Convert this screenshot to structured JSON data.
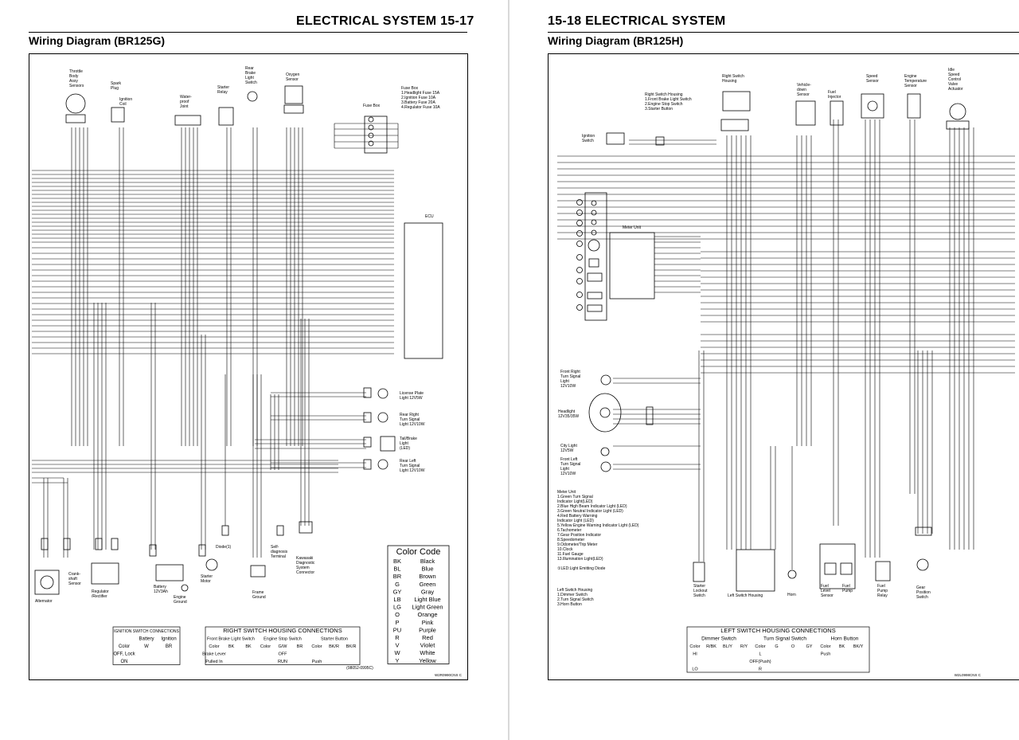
{
  "left_page": {
    "header": "ELECTRICAL SYSTEM 15-17",
    "title": "Wiring Diagram (BR125G)",
    "code": "W2R0990CNS C",
    "part_number": "(98052-0995C)",
    "components": {
      "throttle_sensor": [
        "Throttle",
        "Body",
        "Assy",
        "Sensors"
      ],
      "spark_plug": [
        "Spark",
        "Plug"
      ],
      "ignition_coil": [
        "Ignition",
        "Coil"
      ],
      "waterproof_joint": [
        "Water-",
        "proof",
        "Joint"
      ],
      "starter_relay": [
        "Starter",
        "Relay"
      ],
      "rear_brake_switch": [
        "Rear",
        "Brake",
        "Light",
        "Switch"
      ],
      "oxygen_sensor": [
        "Oxygen",
        "Sensor"
      ],
      "fuse_box_legend": [
        "Fuse Box",
        "1.Headlight Fuse 15A",
        "2.Ignition Fuse 10A",
        "3.Battery Fuse 20A",
        "4.Regulator Fuse 10A"
      ],
      "fuse_box": "Fuse Box",
      "ecu": "ECU",
      "license_light": [
        "License Plate",
        "Light 12V5W"
      ],
      "rear_right_turn": [
        "Rear Right",
        "Turn Signal",
        "Light 12V10W"
      ],
      "tail_brake": [
        "Tail/Brake",
        "Light",
        "(LED)"
      ],
      "rear_left_turn": [
        "Rear Left",
        "Turn Signal",
        "Light 12V10W"
      ],
      "alternator": "Alternator",
      "crankshaft_sensor": [
        "Crank-",
        "shaft",
        "Sensor"
      ],
      "regulator": [
        "Regulator",
        "/Rectifier"
      ],
      "battery": [
        "Battery",
        "12V3Ah"
      ],
      "engine_ground": [
        "Engine",
        "Ground"
      ],
      "starter_motor": [
        "Starter",
        "Motor"
      ],
      "diode": "Diode(1)",
      "frame_ground": [
        "Frame",
        "Ground"
      ],
      "self_diag": [
        "Self-",
        "diagnosis",
        "Terminal"
      ],
      "kawasaki_diag": [
        "Kawasaki",
        "Diagnostic",
        "System",
        "Connector"
      ]
    },
    "color_code": {
      "title": "Color Code",
      "rows": [
        [
          "BK",
          "Black"
        ],
        [
          "BL",
          "Blue"
        ],
        [
          "BR",
          "Brown"
        ],
        [
          "G",
          "Green"
        ],
        [
          "GY",
          "Gray"
        ],
        [
          "LB",
          "Light Blue"
        ],
        [
          "LG",
          "Light Green"
        ],
        [
          "O",
          "Orange"
        ],
        [
          "P",
          "Pink"
        ],
        [
          "PU",
          "Purple"
        ],
        [
          "R",
          "Red"
        ],
        [
          "V",
          "Violet"
        ],
        [
          "W",
          "White"
        ],
        [
          "Y",
          "Yellow"
        ]
      ]
    },
    "ignition_table": {
      "title": "IGNITION SWITCH CONNECTIONS",
      "headers": [
        "",
        "Battery",
        "Ignition"
      ],
      "subheaders": [
        "Color",
        "W",
        "BR"
      ],
      "rows": [
        [
          "OFF, Lock",
          "",
          ""
        ],
        [
          "ON",
          "",
          ""
        ]
      ]
    },
    "right_switch_table": {
      "title": "RIGHT SWITCH HOUSING CONNECTIONS",
      "groups": [
        "Front Brake Light Switch",
        "Engine Stop Switch",
        "Starter Button"
      ],
      "colors": [
        "Color",
        "BK",
        "BK",
        "Color",
        "G/W",
        "BR",
        "Color",
        "BK/R",
        "BK/R"
      ],
      "row1": [
        "Brake Lever",
        "",
        "",
        "",
        "OFF",
        "",
        "",
        "",
        ""
      ],
      "row2": [
        "Pulled In",
        "",
        "",
        "",
        "RUN",
        "",
        "Push",
        "",
        ""
      ]
    }
  },
  "right_page": {
    "header": "15-18 ELECTRICAL SYSTEM",
    "title": "Wiring Diagram (BR125H)",
    "code": "W2L0998CNS C",
    "components": {
      "right_switch_housing": [
        "Right Switch",
        "Housing"
      ],
      "right_switch_legend": [
        "Right Switch Housing",
        "1.Front Brake Light Switch",
        "2.Engine Stop Switch",
        "3.Starter Button"
      ],
      "vehicle_down_sensor": [
        "Vehicle-",
        "down",
        "Sensor"
      ],
      "fuel_injector": [
        "Fuel",
        "Injector"
      ],
      "speed_sensor": [
        "Speed",
        "Sensor"
      ],
      "engine_temp_sensor": [
        "Engine",
        "Temperature",
        "Sensor"
      ],
      "idle_speed_actuator": [
        "Idle",
        "Speed",
        "Control",
        "Valve",
        "Actuator"
      ],
      "ignition_switch": [
        "Ignition",
        "Switch"
      ],
      "meter_unit": "Meter Unit",
      "front_right_turn": [
        "Front Right",
        "Turn Signal",
        "Light",
        "12V10W"
      ],
      "headlight": [
        "Headlight",
        "12V35/35W"
      ],
      "city_light": [
        "City Light",
        "12V5W"
      ],
      "front_left_turn": [
        "Front Left",
        "Turn Signal",
        "Light",
        "12V10W"
      ],
      "starter_lockout": [
        "Starter",
        "Lockout",
        "Switch"
      ],
      "left_switch_housing": "Left Switch Housing",
      "horn": "Horn",
      "fuel_level_sensor": [
        "Fuel",
        "Level",
        "Sensor"
      ],
      "fuel_pump": [
        "Fuel",
        "Pump"
      ],
      "fuel_pump_relay": [
        "Fuel",
        "Pump",
        "Relay"
      ],
      "gear_position_switch": [
        "Gear",
        "Position",
        "Switch"
      ]
    },
    "meter_legend": [
      "Meter Unit",
      "1.Green Turn Signal",
      "  Indicator Light(LED)",
      "2.Blue High Beam Indicator Light (LED)",
      "3.Green Neutral Indicator Light (LED)",
      "4.Red Battery Warning",
      "  Indicator Light (LED)",
      "5.Yellow Engine Warning Indicator Light (LED)",
      "6.Tachometer",
      "7.Gear Position Indicator",
      "8.Speedometer",
      "9.Odometer/Trip Meter",
      "10.Clock",
      "11.Fuel Gauge",
      "13.Illumination Light(LED)",
      "",
      "①LED:Light Emitting Diode"
    ],
    "left_switch_legend": [
      "Left Switch Housing",
      "1.Dimmer Switch",
      "2.Turn Signal Switch",
      "3.Horn Button"
    ],
    "left_switch_table": {
      "title": "LEFT SWITCH HOUSING CONNECTIONS",
      "groups": [
        "Dimmer Switch",
        "Turn Signal Switch",
        "Horn Button"
      ],
      "colors": [
        "Color",
        "R/BK",
        "BL/Y",
        "R/Y",
        "Color",
        "G",
        "O",
        "GY",
        "Color",
        "BK",
        "BK/Y"
      ],
      "rows": [
        [
          "HI",
          "",
          "",
          "",
          "L",
          "",
          "",
          "",
          "Push",
          "",
          ""
        ],
        [
          "",
          "",
          "",
          "",
          "OFF(Push)",
          "",
          "",
          "",
          "",
          "",
          ""
        ],
        [
          "LO",
          "",
          "",
          "",
          "R",
          "",
          "",
          "",
          "",
          "",
          ""
        ]
      ]
    }
  },
  "colors": {
    "ink": "#000000",
    "paper": "#ffffff",
    "gutter": "#d9d9d9"
  }
}
